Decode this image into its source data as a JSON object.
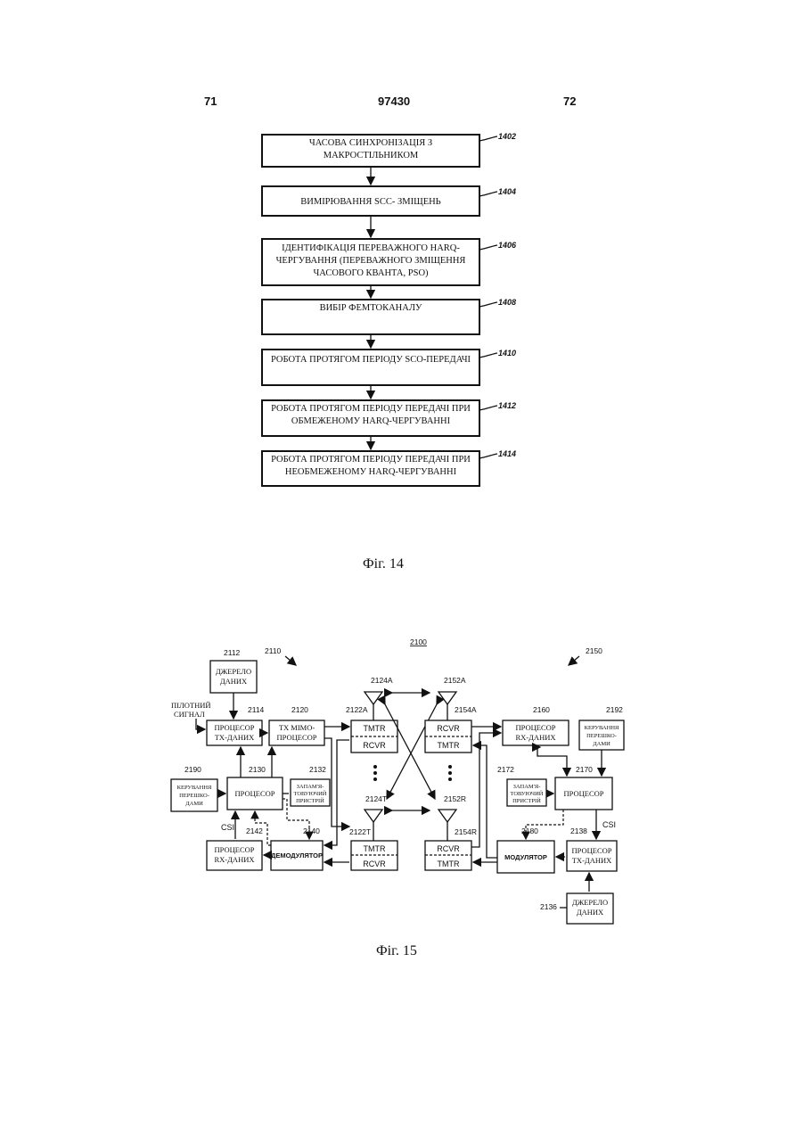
{
  "header": {
    "left_page": "71",
    "center": "97430",
    "right_page": "72"
  },
  "fig14": {
    "caption": "Фіг. 14",
    "steps": [
      {
        "ref": "1402",
        "lines": [
          "ЧАСОВА СИНХРОНІЗАЦІЯ З",
          "МАКРОСТІЛЬНИКОМ"
        ]
      },
      {
        "ref": "1404",
        "lines": [
          "ВИМІРЮВАННЯ SCC- ЗМІЩЕНЬ"
        ]
      },
      {
        "ref": "1406",
        "lines": [
          "ІДЕНТИФІКАЦІЯ ПЕРЕВАЖНОГО HARQ-",
          "ЧЕРГУВАННЯ (ПЕРЕВАЖНОГО ЗМІЩЕННЯ",
          "ЧАСОВОГО КВАНТА, PSO)"
        ]
      },
      {
        "ref": "1408",
        "lines": [
          "ВИБІР ФЕМТОКАНАЛУ"
        ]
      },
      {
        "ref": "1410",
        "lines": [
          "РОБОТА ПРОТЯГОМ ПЕРІОДУ SCO-ПЕРЕДАЧІ"
        ]
      },
      {
        "ref": "1412",
        "lines": [
          "РОБОТА ПРОТЯГОМ ПЕРІОДУ ПЕРЕДАЧІ ПРИ",
          "ОБМЕЖЕНОМУ HARQ-ЧЕРГУВАННІ"
        ]
      },
      {
        "ref": "1414",
        "lines": [
          "РОБОТА ПРОТЯГОМ ПЕРІОДУ ПЕРЕДАЧІ ПРИ",
          "НЕОБМЕЖЕНОМУ HARQ-ЧЕРГУВАННІ"
        ]
      }
    ]
  },
  "fig15": {
    "caption": "Фіг. 15",
    "system_ref": "2100",
    "left_ref": "2110",
    "right_ref": "2150",
    "pilot_signal": [
      "ПІЛОТНИЙ",
      "СИГНАЛ"
    ],
    "csi_left": "CSI",
    "csi_right": "CSI",
    "blocks": {
      "src_left": {
        "ref": "2112",
        "lines": [
          "ДЖЕРЕЛО",
          "ДАНИХ"
        ]
      },
      "tx_proc": {
        "ref": "2114",
        "lines": [
          "ПРОЦЕСОР",
          "TX-ДАНИХ"
        ]
      },
      "tx_mimo": {
        "ref": "2120",
        "lines": [
          "TX MIMO-",
          "ПРОЦЕСОР"
        ]
      },
      "proc_left": {
        "ref": "2130",
        "lines": [
          "ПРОЦЕСОР"
        ]
      },
      "mem_left": {
        "ref": "2132",
        "lines": [
          "ЗАПАМ'Я-",
          "ТОВУЮЧИЙ",
          "ПРИСТРІЙ"
        ]
      },
      "intf_left": {
        "ref": "2190",
        "lines": [
          "КЕРУВАННЯ",
          "ПЕРЕШКО-",
          "ДАМИ"
        ]
      },
      "rx_proc_left": {
        "ref": "2142",
        "lines": [
          "ПРОЦЕСОР",
          "RX-ДАНИХ"
        ]
      },
      "demod": {
        "ref": "2140",
        "lines": [
          "ДЕМОДУЛЯТОР"
        ]
      },
      "tr_a_left": {
        "ref": "2122A",
        "top": "TMTR",
        "bottom": "RCVR"
      },
      "tr_t_left": {
        "ref": "2122T",
        "top": "TMTR",
        "bottom": "RCVR"
      },
      "tr_a_right": {
        "ref": "2154A",
        "top": "RCVR",
        "bottom": "TMTR"
      },
      "tr_r_right": {
        "ref": "2154R",
        "top": "RCVR",
        "bottom": "TMTR"
      },
      "rx_proc_right": {
        "ref": "2160",
        "lines": [
          "ПРОЦЕСОР",
          "RX-ДАНИХ"
        ]
      },
      "intf_right": {
        "ref": "2192",
        "lines": [
          "КЕРУВАННЯ",
          "ПЕРЕШКО-",
          "ДАМИ"
        ]
      },
      "mem_right": {
        "ref": "2172",
        "lines": [
          "ЗАПАМ'Я-",
          "ТОВУЮЧИЙ",
          "ПРИСТРІЙ"
        ]
      },
      "proc_right": {
        "ref": "2170",
        "lines": [
          "ПРОЦЕСОР"
        ]
      },
      "mod": {
        "ref": "2180",
        "lines": [
          "МОДУЛЯТОР"
        ]
      },
      "tx_proc_right": {
        "ref": "2138",
        "lines": [
          "ПРОЦЕСОР",
          "TX-ДАНИХ"
        ]
      },
      "src_right": {
        "ref": "2136",
        "lines": [
          "ДЖЕРЕЛО",
          "ДАНИХ"
        ]
      }
    },
    "antennas": {
      "a1": "2124A",
      "t1": "2124T",
      "a2": "2152A",
      "r2": "2152R"
    }
  }
}
